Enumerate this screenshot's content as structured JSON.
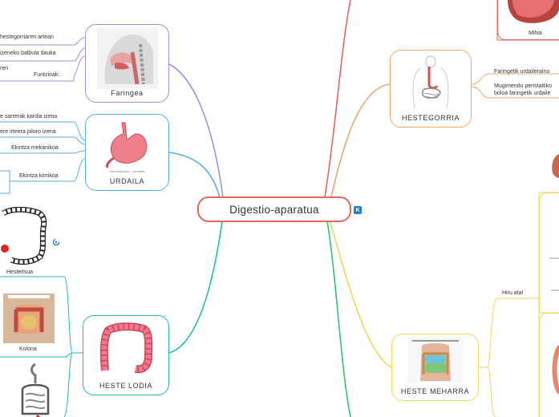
{
  "central": {
    "title": "Digestio-aparatua",
    "badge": "K"
  },
  "colors": {
    "faringea": "#a58de0",
    "urdaila": "#5aaee6",
    "heste_lodia": "#23b8b8",
    "hestegorria": "#f2a66e",
    "heste_meharra": "#f1d65c",
    "red": "#e3675d",
    "green": "#34c27a"
  },
  "nodes": {
    "faringea": {
      "label": "Faringea",
      "icon": "throat-anatomy-image",
      "leaves": [
        "hestegorriaren artean",
        "izeneko balbula dauka",
        "ren",
        "Funtzioak:"
      ]
    },
    "urdaila": {
      "label": "URDAILA",
      "icon": "stomach-image",
      "caption": "SHUTTERSTOCK · 1237438847",
      "leaves": [
        "e sarrerak kardia izena",
        "ere irteera piloro izena",
        "Ekintza mekanikoa",
        "Ekintza kimikoa"
      ]
    },
    "hesteitsua": {
      "label": "Hesteitsua",
      "icon": "large-intestine-outline-image"
    },
    "kolona": {
      "label": "Kolona",
      "icon": "abdomen-colon-image"
    },
    "heste_lodia": {
      "label": "HESTE LODIA",
      "icon": "colon-image"
    },
    "hestegorria": {
      "label": "HESTEGORRIA",
      "icon": "esophagus-image",
      "leaves": [
        "Faringetik urdaileraino",
        "Mugimendu peristaltiko",
        "boloa faringetik urdaile"
      ]
    },
    "mihia": {
      "label": "Mihia",
      "icon": "tongue-image"
    },
    "heste_meharra": {
      "label": "HESTE MEHARRA",
      "icon": "small-intestine-image",
      "leaves": [
        "Hiru atal"
      ]
    }
  }
}
